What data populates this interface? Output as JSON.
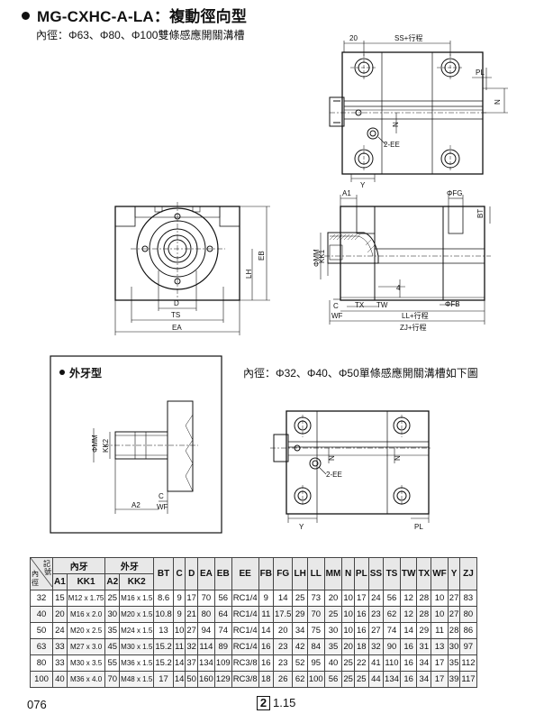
{
  "title": "MG-CXHC-A-LA：複動徑向型",
  "subtitle": "內徑：Φ63、Φ80、Φ100雙條感應開關溝槽",
  "external_thread_label": "外牙型",
  "note_small_bore": "內徑：Φ32、Φ40、Φ50單條感應開關溝槽如下圖",
  "dim_labels": {
    "d20": "20",
    "ss": "SS+行程",
    "pl": "PL",
    "n": "N",
    "ee2": "2-EE",
    "y": "Y",
    "eb": "EB",
    "lh": "LH",
    "d": "D",
    "ts": "TS",
    "ea": "EA",
    "a1": "A1",
    "fg": "ΦFG",
    "bt": "BT",
    "mm": "ΦMM",
    "kk1": "KK1",
    "d4": "4",
    "c": "C",
    "tx": "TX",
    "tw": "TW",
    "wf": "WF",
    "fb": "ΦFB",
    "ll": "LL+行程",
    "zj": "ZJ+行程",
    "kk2": "KK2",
    "a2": "A2"
  },
  "table": {
    "corner": {
      "top": "記",
      "mid": "號",
      "left": "內",
      "bottom": "徑"
    },
    "group_inner": "內牙",
    "group_outer": "外牙",
    "subheaders": [
      "A1",
      "KK1",
      "A2",
      "KK2"
    ],
    "columns": [
      "BT",
      "C",
      "D",
      "EA",
      "EB",
      "EE",
      "FB",
      "FG",
      "LH",
      "LL",
      "MM",
      "N",
      "PL",
      "SS",
      "TS",
      "TW",
      "TX",
      "WF",
      "Y",
      "ZJ"
    ],
    "rows": [
      [
        "32",
        "15",
        "M12 x 1.75",
        "25",
        "M16 x 1.5",
        "8.6",
        "9",
        "17",
        "70",
        "56",
        "RC1/4",
        "9",
        "14",
        "25",
        "73",
        "20",
        "10",
        "17",
        "24",
        "56",
        "12",
        "28",
        "10",
        "27",
        "83"
      ],
      [
        "40",
        "20",
        "M16 x 2.0",
        "30",
        "M20 x 1.5",
        "10.8",
        "9",
        "21",
        "80",
        "64",
        "RC1/4",
        "11",
        "17.5",
        "29",
        "70",
        "25",
        "10",
        "16",
        "23",
        "62",
        "12",
        "28",
        "10",
        "27",
        "80"
      ],
      [
        "50",
        "24",
        "M20 x 2.5",
        "35",
        "M24 x 1.5",
        "13",
        "10",
        "27",
        "94",
        "74",
        "RC1/4",
        "14",
        "20",
        "34",
        "75",
        "30",
        "10",
        "16",
        "27",
        "74",
        "14",
        "29",
        "11",
        "28",
        "86"
      ],
      [
        "63",
        "33",
        "M27 x 3.0",
        "45",
        "M30 x 1.5",
        "15.2",
        "11",
        "32",
        "114",
        "89",
        "RC1/4",
        "16",
        "23",
        "42",
        "84",
        "35",
        "20",
        "18",
        "32",
        "90",
        "16",
        "31",
        "13",
        "30",
        "97"
      ],
      [
        "80",
        "33",
        "M30 x 3.5",
        "55",
        "M36 x 1.5",
        "15.2",
        "14",
        "37",
        "134",
        "109",
        "RC3/8",
        "16",
        "23",
        "52",
        "95",
        "40",
        "25",
        "22",
        "41",
        "110",
        "16",
        "34",
        "17",
        "35",
        "112"
      ],
      [
        "100",
        "40",
        "M36 x 4.0",
        "70",
        "M48 x 1.5",
        "17",
        "14",
        "50",
        "160",
        "129",
        "RC3/8",
        "18",
        "26",
        "62",
        "100",
        "56",
        "25",
        "25",
        "44",
        "134",
        "16",
        "34",
        "17",
        "39",
        "117"
      ]
    ]
  },
  "footer": {
    "page": "076",
    "section_box": "2",
    "version": "1.15"
  }
}
